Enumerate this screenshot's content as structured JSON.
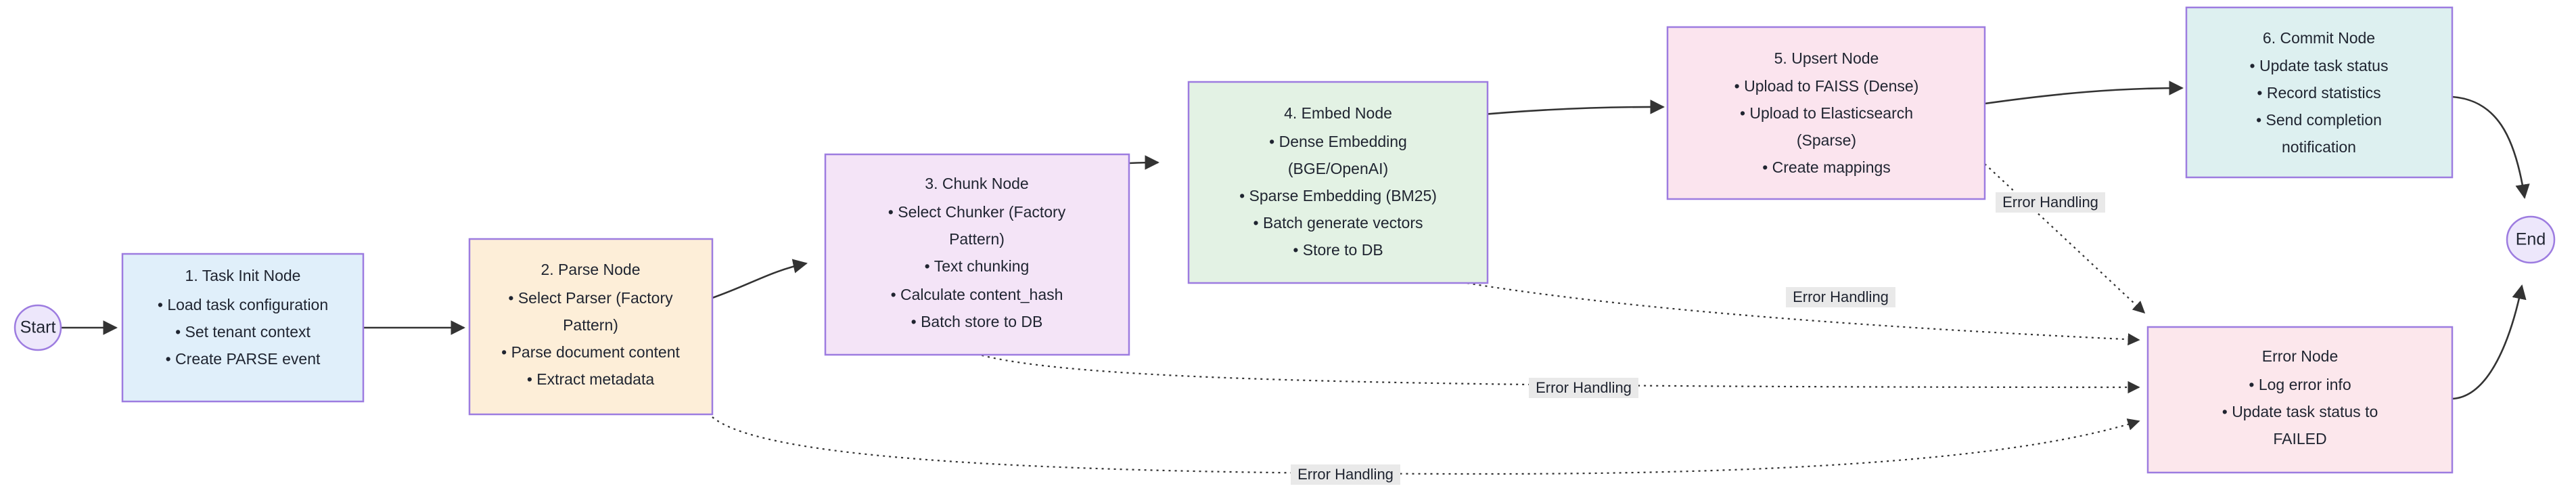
{
  "diagram": {
    "type": "flowchart",
    "direction": "left-to-right",
    "background": "#ffffff",
    "node_border_color": "#9d7ce0",
    "edge_color": "#333333",
    "edge_label_bg": "#e9e9e9"
  },
  "terminals": {
    "start": {
      "label": "Start",
      "fill": "#ede7fb"
    },
    "end": {
      "label": "End",
      "fill": "#ede7fb"
    }
  },
  "nodes": [
    {
      "id": "task-init",
      "title": "1. Task Init Node",
      "fill": "#e0effa",
      "bullets": [
        "Load task configuration",
        "Set tenant context",
        "Create PARSE event"
      ]
    },
    {
      "id": "parse",
      "title": "2. Parse Node",
      "fill": "#fdeed8",
      "bullets": [
        "Select Parser (Factory",
        "Pattern)",
        "Parse document content",
        "Extract metadata"
      ]
    },
    {
      "id": "chunk",
      "title": "3. Chunk Node",
      "fill": "#f4e4f7",
      "bullets": [
        "Select Chunker (Factory",
        "Pattern)",
        "Text chunking",
        "Calculate content_hash",
        "Batch store to DB"
      ]
    },
    {
      "id": "embed",
      "title": "4. Embed Node",
      "fill": "#e3f2e4",
      "bullets": [
        "Dense Embedding",
        "(BGE/OpenAI)",
        "Sparse Embedding (BM25)",
        "Batch generate vectors",
        "Store to DB"
      ]
    },
    {
      "id": "upsert",
      "title": "5. Upsert Node",
      "fill": "#fbe4ee",
      "bullets": [
        "Upload to FAISS (Dense)",
        "Upload to Elasticsearch",
        "(Sparse)",
        "Create mappings"
      ]
    },
    {
      "id": "commit",
      "title": "6. Commit Node",
      "fill": "#ddf0f0",
      "bullets": [
        "Update task status",
        "Record statistics",
        "Send completion",
        "notification"
      ]
    },
    {
      "id": "error",
      "title": "Error Node",
      "fill": "#fce7ec",
      "bullets": [
        "Log error info",
        "Update task status to",
        "FAILED"
      ]
    }
  ],
  "edge_labels": {
    "error_handling": "Error Handling"
  },
  "edges": [
    {
      "from": "start",
      "to": "task-init",
      "style": "solid",
      "label": ""
    },
    {
      "from": "task-init",
      "to": "parse",
      "style": "solid",
      "label": ""
    },
    {
      "from": "parse",
      "to": "chunk",
      "style": "solid",
      "label": ""
    },
    {
      "from": "chunk",
      "to": "embed",
      "style": "solid",
      "label": ""
    },
    {
      "from": "embed",
      "to": "upsert",
      "style": "solid",
      "label": ""
    },
    {
      "from": "upsert",
      "to": "commit",
      "style": "solid",
      "label": ""
    },
    {
      "from": "commit",
      "to": "end",
      "style": "solid",
      "label": ""
    },
    {
      "from": "error",
      "to": "end",
      "style": "solid",
      "label": ""
    },
    {
      "from": "parse",
      "to": "error",
      "style": "dotted",
      "label": "Error Handling"
    },
    {
      "from": "chunk",
      "to": "error",
      "style": "dotted",
      "label": "Error Handling"
    },
    {
      "from": "embed",
      "to": "error",
      "style": "dotted",
      "label": "Error Handling"
    },
    {
      "from": "upsert",
      "to": "error",
      "style": "dotted",
      "label": "Error Handling"
    }
  ]
}
